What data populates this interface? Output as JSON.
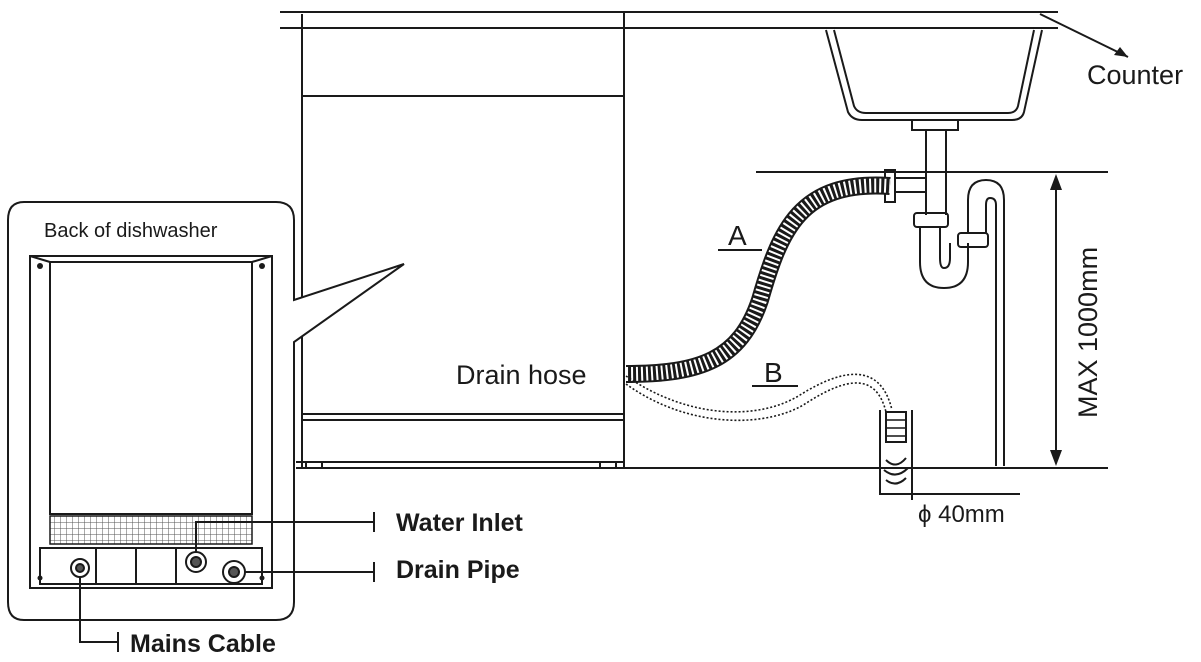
{
  "labels": {
    "counter": "Counter",
    "back_of_dishwasher": "Back of dishwasher",
    "drain_hose": "Drain hose",
    "a": "A",
    "b": "B",
    "max_height": "MAX 1000mm",
    "diameter": "ϕ 40mm",
    "water_inlet": "Water Inlet",
    "drain_pipe": "Drain Pipe",
    "mains_cable": "Mains Cable"
  },
  "colors": {
    "line": "#1a1a1a",
    "mesh": "#555555"
  }
}
